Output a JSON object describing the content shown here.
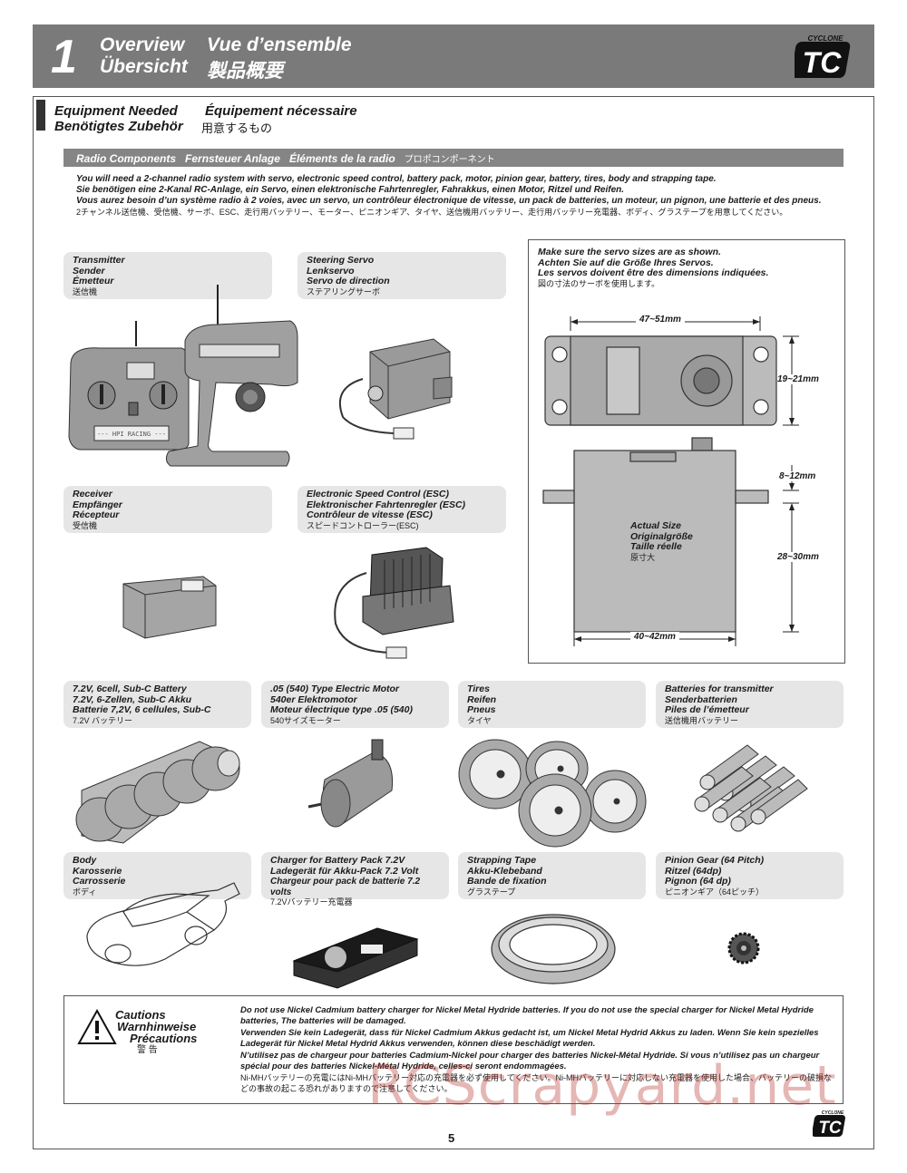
{
  "header": {
    "number": "1",
    "title_en": "Overview",
    "title_fr": "Vue d’ensemble",
    "title_de": "Übersicht",
    "title_jp": "製品概要",
    "logo_small": "CYCLONE",
    "logo_big": "TC"
  },
  "section": {
    "en": "Equipment Needed",
    "fr": "Équipement nécessaire",
    "de": "Benötigtes Zubehör",
    "jp": "用意するもの"
  },
  "radio_bar": {
    "en": "Radio Components",
    "de": "Fernsteuer Anlage",
    "fr": "Éléments de la radio",
    "jp": "プロポコンポーネント"
  },
  "intro": {
    "en": "You will need a 2-channel radio system with servo, electronic speed control, battery pack, motor, pinion gear, battery, tires, body and strapping tape.",
    "de": "Sie benötigen eine 2-Kanal RC-Anlage, ein Servo, einen elektronische Fahrtenregler, Fahrakkus, einen Motor, Ritzel und Reifen.",
    "fr": "Vous aurez besoin d’un système radio à 2 voies, avec un servo, un contrôleur électronique de vitesse, un pack de batteries, un moteur, un pignon, une batterie et des pneus.",
    "jp": "2チャンネル送信機、受信機、サーボ、ESC、走行用バッテリー、モーター、ピニオンギア、タイヤ、送信機用バッテリー、走行用バッテリー充電器、ボディ、グラステープを用意してください。"
  },
  "items": {
    "transmitter": [
      "Transmitter",
      "Sender",
      "Émetteur",
      "送信機"
    ],
    "servo": [
      "Steering Servo",
      "Lenkservo",
      "Servo de direction",
      "ステアリングサーボ"
    ],
    "receiver": [
      "Receiver",
      "Empfänger",
      "Récepteur",
      "受信機"
    ],
    "esc": [
      "Electronic Speed Control (ESC)",
      "Elektronischer Fahrtenregler (ESC)",
      "Contrôleur de vitesse (ESC)",
      "スピードコントローラー(ESC)"
    ],
    "battery": [
      "7.2V, 6cell, Sub-C Battery",
      "7.2V, 6-Zellen, Sub-C Akku",
      "Batterie 7,2V, 6 cellules, Sub-C",
      "7.2V バッテリー"
    ],
    "motor": [
      ".05 (540) Type Electric Motor",
      "540er Elektromotor",
      "Moteur électrique type .05 (540)",
      "540サイズモーター"
    ],
    "tires": [
      "Tires",
      "Reifen",
      "Pneus",
      "タイヤ"
    ],
    "tx_batteries": [
      "Batteries for transmitter",
      "Senderbatterien",
      "Piles de l’émetteur",
      "送信機用バッテリー"
    ],
    "body": [
      "Body",
      "Karosserie",
      "Carrosserie",
      "ボディ"
    ],
    "charger": [
      "Charger for Battery Pack 7.2V",
      "Ladegerät für Akku-Pack 7.2 Volt",
      "Chargeur pour pack de batterie 7.2 volts",
      "7.2Vバッテリー充電器"
    ],
    "tape": [
      "Strapping Tape",
      "Akku-Klebeband",
      "Bande de fixation",
      "グラステープ"
    ],
    "pinion": [
      "Pinion Gear (64 Pitch)",
      "Ritzel (64dp)",
      "Pignon (64 dp)",
      "ピニオンギア（64ピッチ）"
    ]
  },
  "transmitter_screen_text": "--- HPI RACING ---",
  "servo_box": {
    "note": [
      "Make sure the servo sizes are as shown.",
      "Achten Sie auf die Größe Ihres Servos.",
      "Les servos doivent être des dimensions indiquées.",
      "図の寸法のサーボを使用します。"
    ],
    "dim_width_top": "47~51mm",
    "dim_height_tab": "19~21mm",
    "dim_spline": "8~12mm",
    "dim_height_body": "28~30mm",
    "dim_width_body": "40~42mm",
    "actual": [
      "Actual Size",
      "Originalgröße",
      "Taille réelle",
      "原寸大"
    ]
  },
  "caution": {
    "title": [
      "Cautions",
      "Warnhinweise",
      "Précautions",
      "警 告"
    ],
    "en": "Do not use Nickel Cadmium battery charger for Nickel Metal Hydride batteries. If you do not use the special charger for Nickel Metal Hydride batteries, The batteries will be damaged.",
    "de": "Verwenden Sie kein Ladegerät, dass für Nickel Cadmium Akkus gedacht ist, um Nickel Metal Hydrid Akkus zu laden. Wenn Sie kein spezielles Ladegerät für Nickel Metal Hydrid Akkus verwenden, können diese beschädigt werden.",
    "fr": "N’utilisez pas de chargeur pour batteries Cadmium-Nickel pour charger des batteries Nickel-Métal Hydride. Si vous n’utilisez pas un chargeur spécial pour des batteries Nickel-Métal Hydride, celles-ci seront endommagées.",
    "jp": "Ni-MHバッテリーの充電にはNi-MHバッテリー対応の充電器を必ず使用してください。Ni-MHバッテリーに対応しない充電器を使用した場合、バッテリーの破損などの事故の起こる恐れがありますので注意してください。"
  },
  "watermark": "RCScrapyard.net",
  "page_number": "5"
}
